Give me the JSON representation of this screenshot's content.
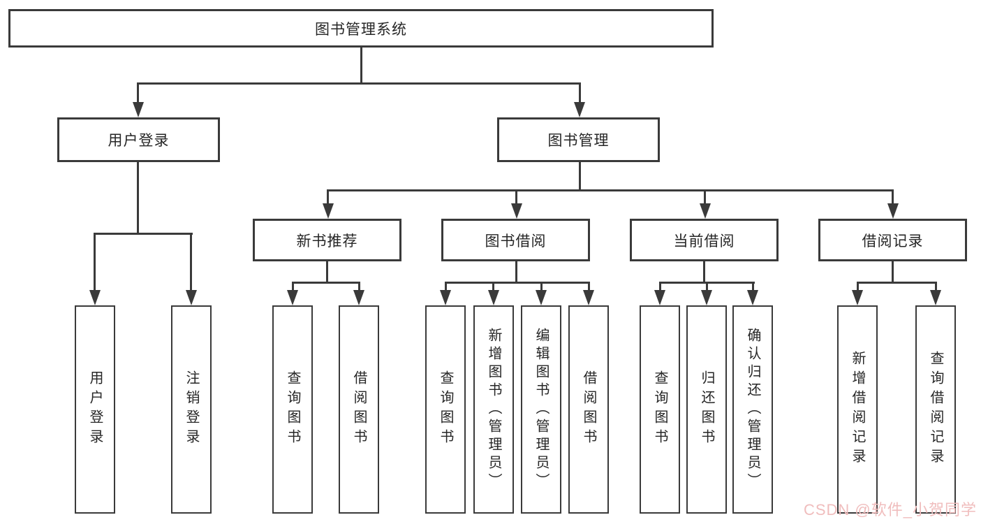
{
  "tree": {
    "root": {
      "label": "图书管理系统",
      "children": [
        {
          "label": "用户登录",
          "children": [
            {
              "label": "用户登录"
            },
            {
              "label": "注销登录"
            }
          ]
        },
        {
          "label": "图书管理",
          "children": [
            {
              "label": "新书推荐",
              "children": [
                {
                  "label": "查询图书"
                },
                {
                  "label": "借阅图书"
                }
              ]
            },
            {
              "label": "图书借阅",
              "children": [
                {
                  "label": "查询图书"
                },
                {
                  "label": "新增图书（管理员）"
                },
                {
                  "label": "编辑图书（管理员）"
                },
                {
                  "label": "借阅图书"
                }
              ]
            },
            {
              "label": "当前借阅",
              "children": [
                {
                  "label": "查询图书"
                },
                {
                  "label": "归还图书"
                },
                {
                  "label": "确认归还（管理员）"
                }
              ]
            },
            {
              "label": "借阅记录",
              "children": [
                {
                  "label": "新增借阅记录"
                },
                {
                  "label": "查询借阅记录"
                }
              ]
            }
          ]
        }
      ]
    }
  },
  "watermark": {
    "text": "CSDN @软件_小贺同学"
  },
  "colors": {
    "line": "#3a3a3a",
    "text": "#262626",
    "box_background": "#ffffff",
    "page_background": "#ffffff",
    "watermark": "#f0bdbd"
  }
}
